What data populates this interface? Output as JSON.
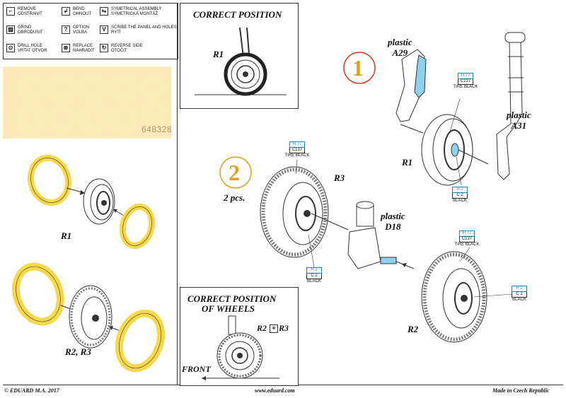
{
  "legend": {
    "items": [
      {
        "icon": "remove-icon",
        "lines": [
          "REMOVE",
          "ODSTRANIT"
        ]
      },
      {
        "icon": "bend-icon",
        "lines": [
          "BEND",
          "OHNOUT"
        ]
      },
      {
        "icon": "symmetrical-icon",
        "lines": [
          "SYMETRICAL ASSEMBLY",
          "SYMETRICKÁ MONTÁŽ"
        ]
      },
      {
        "icon": "grind-icon",
        "lines": [
          "GRIND",
          "OBRODUSIT"
        ]
      },
      {
        "icon": "option-icon",
        "lines": [
          "OPTION",
          "VOLBA"
        ]
      },
      {
        "icon": "scribe-icon",
        "lines": [
          "SCRIBE THE PANEL AND HOLES",
          "RYTÍ"
        ]
      },
      {
        "icon": "drill-icon",
        "lines": [
          "DRILL HOLE",
          "VRTAT OTVOR"
        ]
      },
      {
        "icon": "replace-icon",
        "lines": [
          "REPLACE",
          "NAHRADIT"
        ]
      },
      {
        "icon": "reverse-icon",
        "lines": [
          "REVERSE SIDE",
          "OTOČIT"
        ]
      }
    ]
  },
  "mask_sheet": {
    "part_number": "648328"
  },
  "panel_correct_position": {
    "title": "CORRECT POSITION",
    "wheel_label": "R1"
  },
  "panel_correct_wheels": {
    "title_line1": "CORRECT POSITION",
    "title_line2": "OF WHEELS",
    "label_r2": "R2",
    "label_r3": "R3",
    "front": "FRONT"
  },
  "left_labels": {
    "r1": "R1",
    "r2r3": "R2, R3"
  },
  "step1": {
    "number": "1",
    "plastic_a29": [
      "plastic",
      "A29"
    ],
    "plastic_a31": [
      "plastic",
      "A31"
    ],
    "wheel_label": "R1",
    "tire_paint": {
      "h": "H 77",
      "c": "C137",
      "name": "TIRE BLACK"
    },
    "hub_paint": {
      "h": "H 2",
      "c": "C 2",
      "name": "BLACK"
    }
  },
  "step2": {
    "number": "2",
    "qty": "2 pcs.",
    "plastic_d18": [
      "plastic",
      "D18"
    ],
    "label_r3": "R3",
    "label_r2": "R2",
    "tire_paint_r3": {
      "h": "H 77",
      "c": "C137",
      "name": "TIRE BLACK"
    },
    "hub_paint_r3": {
      "h": "H 2",
      "c": "C 2",
      "name": "BLACK"
    },
    "tire_paint_r2": {
      "h": "H 77",
      "c": "C137",
      "name": "TIRE BLACK"
    },
    "hub_paint_r2": {
      "h": "H 2",
      "c": "C 2",
      "name": "BLACK"
    }
  },
  "footer": {
    "left": "© EDUARD  M.A. 2017",
    "center": "www.eduard.com",
    "right": "Made in Czech Republic"
  },
  "colors": {
    "mask_yellow": "#f6d84a",
    "mask_sheet": "#fbe9b7",
    "step_orange": "#e0a020",
    "step_red": "#d8382a",
    "paint_blue": "#1a8bc2",
    "part_blue": "#8fd0ee"
  }
}
